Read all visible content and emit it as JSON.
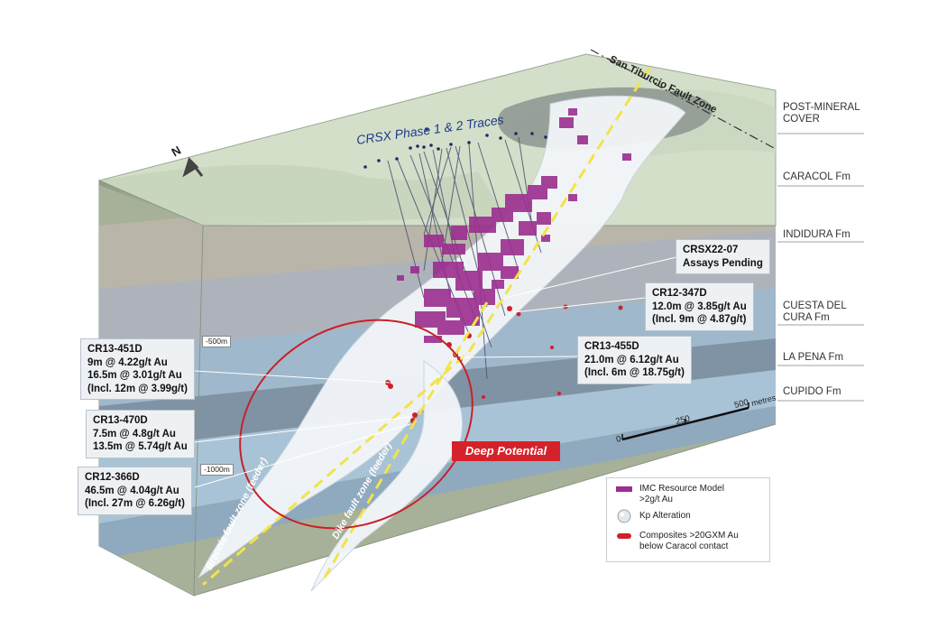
{
  "north_label": "N",
  "traces_label": "CRSX Phase 1 & 2 Traces",
  "fault_label": "San Tiburcio Fault Zone",
  "formations": [
    {
      "line1": "POST-MINERAL",
      "line2": "COVER"
    },
    {
      "line1": "CARACOL Fm",
      "line2": ""
    },
    {
      "line1": "INDIDURA Fm",
      "line2": ""
    },
    {
      "line1": "CUESTA DEL",
      "line2": "CURA Fm"
    },
    {
      "line1": "LA PENA Fm",
      "line2": ""
    },
    {
      "line1": "CUPIDO Fm",
      "line2": ""
    }
  ],
  "callouts": {
    "crsx22_07": {
      "l1": "CRSX22-07",
      "l2": "Assays Pending"
    },
    "cr12_347d": {
      "l1": "CR12-347D",
      "l2": "12.0m @ 3.85g/t Au",
      "l3": "(Incl. 9m @ 4.87g/t)"
    },
    "cr13_455d": {
      "l1": "CR13-455D",
      "l2": "21.0m @ 6.12g/t Au",
      "l3": "(Incl. 6m @ 18.75g/t)"
    },
    "cr13_451d": {
      "l1": "CR13-451D",
      "l2": "9m @ 4.22g/t Au",
      "l3": "16.5m @ 3.01g/t Au",
      "l4": "(Incl. 12m @ 3.99g/t)"
    },
    "cr13_470d": {
      "l1": "CR13-470D",
      "l2": "7.5m @ 4.8g/t Au",
      "l3": "13.5m @ 5.74g/t Au"
    },
    "cr12_366d": {
      "l1": "CR12-366D",
      "l2": "46.5m @ 4.04g/t Au",
      "l3": "(Incl. 27m @ 6.26g/t)"
    }
  },
  "depth_labels": {
    "d500": "-500m",
    "d1000": "-1000m"
  },
  "deep_potential": "Deep Potential",
  "fault_zones": {
    "breccia": "Breccia fault zone (feeder)",
    "dike": "Dike fault zone (feeder)"
  },
  "scale": {
    "t0": "0",
    "t250": "250",
    "t500": "500",
    "unit": "metres"
  },
  "legend": {
    "item1_l1": "IMC Resource Model",
    "item1_l2": ">2g/t Au",
    "item2": "Kp Alteration",
    "item3_l1": "Composites >20GXM Au",
    "item3_l2": "below Caracol contact"
  },
  "colors": {
    "resource": "#9b2e8f",
    "composite": "#d0202a",
    "deep_potential": "#d5222a",
    "fault_dash": "#f2e34a",
    "surface": "#d2dec8",
    "alteration": "#f4f7fa"
  }
}
